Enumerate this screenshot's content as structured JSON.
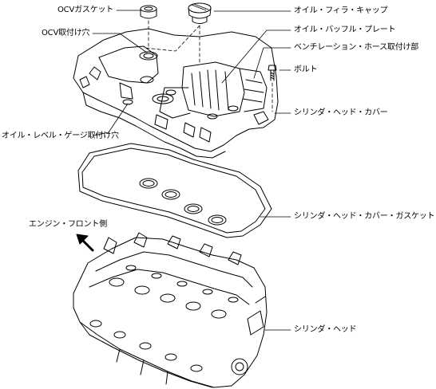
{
  "diagram": {
    "labels": {
      "ocv_gasket": "OCVガスケット",
      "ocv_hole": "OCV取付け穴",
      "oil_level_gauge_hole": "オイル・レベル・ゲージ取付け穴",
      "oil_filler_cap": "オイル・フィラ・キャップ",
      "oil_baffle_plate": "オイル・バッフル・プレート",
      "ventilation_hose_mount": "ベンチレーション・ホース取付け部",
      "bolt": "ボルト",
      "cylinder_head_cover": "シリンダ・ヘッド・カバー",
      "cylinder_head_cover_gasket": "シリンダ・ヘッド・カバー・ガスケット",
      "engine_front_direction": "エンジン・フロント側",
      "cylinder_head": "シリンダ・ヘッド"
    },
    "front_arrow_icon": "arrow-up-left-icon"
  }
}
